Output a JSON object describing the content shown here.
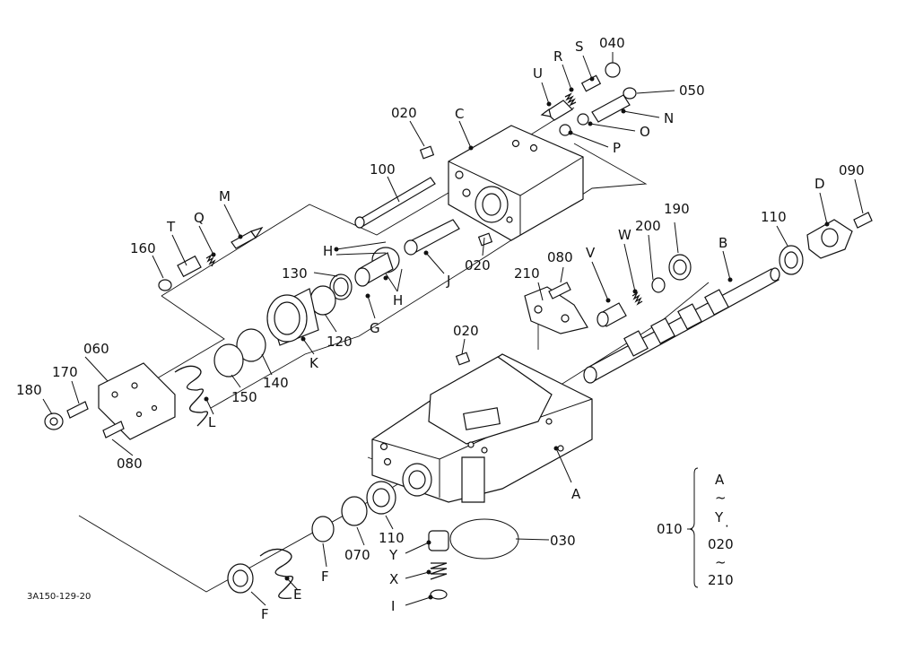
{
  "drawing_ref": "3A150-129-20",
  "labels": {
    "p040": "040",
    "pS": "S",
    "pR": "R",
    "pU": "U",
    "p050": "050",
    "pN": "N",
    "pO": "O",
    "pP": "P",
    "pC": "C",
    "p020a": "020",
    "p100": "100",
    "pM": "M",
    "pQ": "Q",
    "pT": "T",
    "p160": "160",
    "pH1": "H",
    "pH2": "H",
    "pJ": "J",
    "p020b": "020",
    "p130": "130",
    "p120": "120",
    "pG": "G",
    "pK": "K",
    "p140": "140",
    "p150": "150",
    "pL": "L",
    "p060": "060",
    "p170": "170",
    "p180": "180",
    "p080a": "080",
    "p210": "210",
    "p080b": "080",
    "pV": "V",
    "pW": "W",
    "p200": "200",
    "p190": "190",
    "pB": "B",
    "p110a": "110",
    "pD": "D",
    "p090": "090",
    "p020c": "020",
    "pA": "A",
    "p030": "030",
    "pY": "Y",
    "pX": "X",
    "pI": "I",
    "p110b": "110",
    "p070": "070",
    "pF1": "F",
    "pE": "E",
    "pF2": "F"
  },
  "kit": {
    "number": "010",
    "line1": "A",
    "tilde1": "~",
    "line2": "Y",
    "sep": "·",
    "line3": "020",
    "tilde2": "~",
    "line4": "210"
  }
}
